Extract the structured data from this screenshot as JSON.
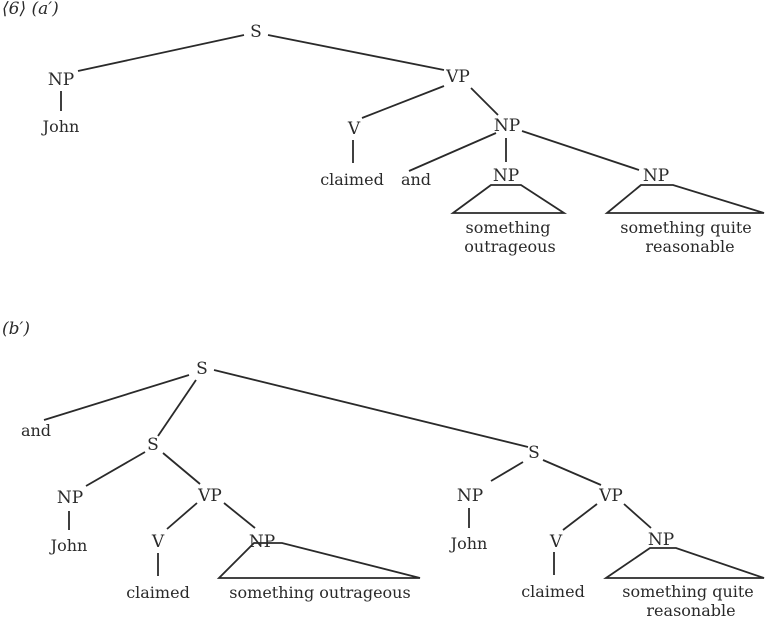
{
  "tree_a": {
    "label": "⟨6⟩ (a′)",
    "S": "S",
    "np_subj": "NP",
    "john": "John",
    "vp": "VP",
    "v": "V",
    "claimed": "claimed",
    "np_coord": "NP",
    "and": "and",
    "np1": "NP",
    "np1_line1": "something",
    "np1_line2": "outrageous",
    "np2": "NP",
    "np2_line1": "something quite",
    "np2_line2": "reasonable"
  },
  "tree_b": {
    "label": "(b′)",
    "S_top": "S",
    "and": "and",
    "S_left": "S",
    "np_left": "NP",
    "john_left": "John",
    "vp_left": "VP",
    "v_left": "V",
    "claimed_left": "claimed",
    "np_obj_left": "NP",
    "obj_left": "something outrageous",
    "S_right": "S",
    "np_right": "NP",
    "john_right": "John",
    "vp_right": "VP",
    "v_right": "V",
    "claimed_right": "claimed",
    "np_obj_right": "NP",
    "obj_right_line1": "something quite",
    "obj_right_line2": "reasonable"
  }
}
